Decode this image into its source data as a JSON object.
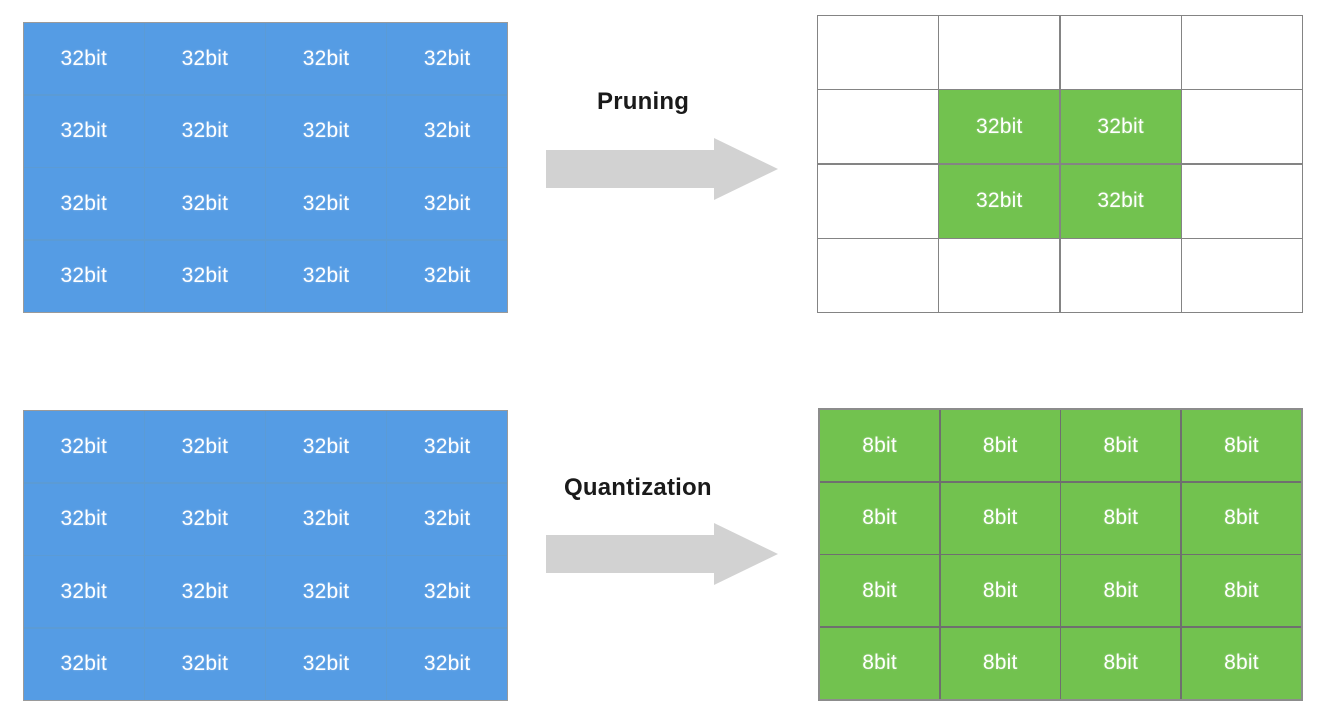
{
  "diagram": {
    "background_color": "#ffffff",
    "colors": {
      "blue_cell": "#559ce4",
      "green_cell": "#72c24f",
      "grid_border": "#848484",
      "arrow": "#d2d2d2",
      "label_text": "#1a1a1a",
      "cell_text": "#ffffff"
    }
  },
  "rows": [
    {
      "name": "pruning-row",
      "operation_label": "Pruning",
      "before": {
        "name": "original-weight-matrix-pruning",
        "rows": 4,
        "cols": 4,
        "cells": [
          [
            "32bit",
            "32bit",
            "32bit",
            "32bit"
          ],
          [
            "32bit",
            "32bit",
            "32bit",
            "32bit"
          ],
          [
            "32bit",
            "32bit",
            "32bit",
            "32bit"
          ],
          [
            "32bit",
            "32bit",
            "32bit",
            "32bit"
          ]
        ]
      },
      "after": {
        "name": "pruned-weight-matrix",
        "rows": 4,
        "cols": 4,
        "cells": [
          [
            "",
            "",
            "",
            ""
          ],
          [
            "",
            "32bit",
            "32bit",
            ""
          ],
          [
            "",
            "32bit",
            "32bit",
            ""
          ],
          [
            "",
            "",
            "",
            ""
          ]
        ]
      }
    },
    {
      "name": "quantization-row",
      "operation_label": "Quantization",
      "before": {
        "name": "original-weight-matrix-quantization",
        "rows": 4,
        "cols": 4,
        "cells": [
          [
            "32bit",
            "32bit",
            "32bit",
            "32bit"
          ],
          [
            "32bit",
            "32bit",
            "32bit",
            "32bit"
          ],
          [
            "32bit",
            "32bit",
            "32bit",
            "32bit"
          ],
          [
            "32bit",
            "32bit",
            "32bit",
            "32bit"
          ]
        ]
      },
      "after": {
        "name": "quantized-weight-matrix",
        "rows": 4,
        "cols": 4,
        "cells": [
          [
            "8bit",
            "8bit",
            "8bit",
            "8bit"
          ],
          [
            "8bit",
            "8bit",
            "8bit",
            "8bit"
          ],
          [
            "8bit",
            "8bit",
            "8bit",
            "8bit"
          ],
          [
            "8bit",
            "8bit",
            "8bit",
            "8bit"
          ]
        ]
      }
    }
  ]
}
